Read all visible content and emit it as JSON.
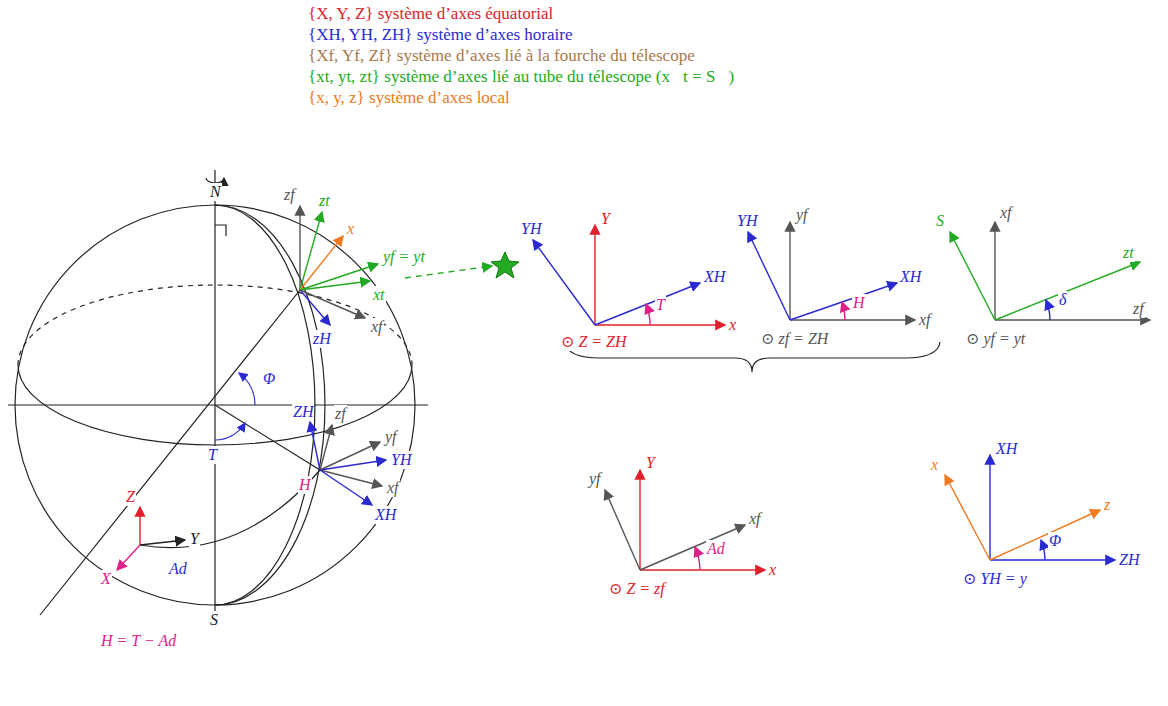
{
  "diagram": {
    "labels": [
      "N",
      "S",
      "Φ",
      "T",
      "Z",
      "Y",
      "X",
      "Ad",
      "zf",
      "zt",
      "x",
      "yf = yt",
      "xt",
      "zH",
      "xf",
      "ZH",
      "zf",
      "yf",
      "YH",
      "xf",
      "XH",
      "H",
      "YH",
      "Y",
      "XH",
      "T",
      "x",
      "⊙ Z = ZH",
      "YH",
      "yf",
      "XH",
      "H",
      "xf",
      "⊙ zf = ZH",
      "S⃗",
      "xf",
      "zt",
      "δ",
      "zf",
      "⊙ yf = yt",
      "yf",
      "Y",
      "xf",
      "Ad",
      "x",
      "⊙ Z = zf",
      "x",
      "XH",
      "z",
      "Φ",
      "ZH",
      "⊙ YH = y",
      "H = T − Ad"
    ],
    "legend": [
      {
        "text": "{X, Y, Z} système d’axes équatorial"
      },
      {
        "text": "{XH, YH, ZH} système d’axes horaire"
      },
      {
        "text": "{Xf, Yf, Zf} système d’axes lié à la fourche du télescope"
      },
      {
        "text": "{xt, yt, zt} système d’axes lié au tube du télescope (x⃗t = S⃗)"
      },
      {
        "text": "{x, y, z} système d’axes local"
      }
    ]
  }
}
